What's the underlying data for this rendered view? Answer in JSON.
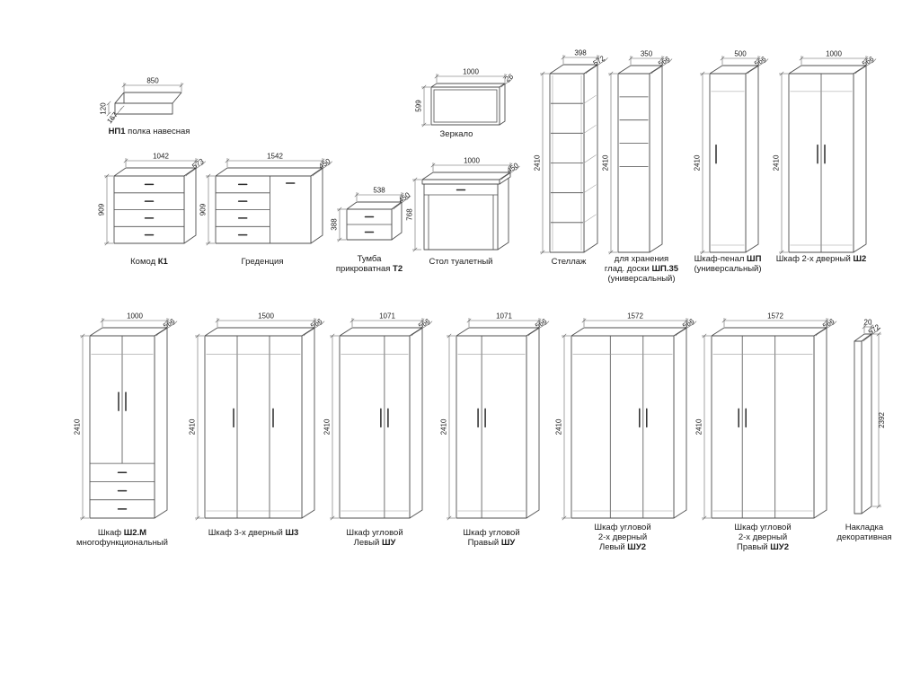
{
  "style": {
    "background": "#ffffff",
    "line_color": "#4f4f4f",
    "light_line_color": "#9a9a9a",
    "dim_line_color": "#5a5a5a",
    "text_color": "#1a1a1a"
  },
  "items": [
    {
      "id": "np1",
      "label": [
        [
          {
            "t": "НП1",
            "b": true
          },
          {
            "t": " полка навесная"
          }
        ]
      ],
      "dims": {
        "w": "850",
        "h": "120",
        "d": "167"
      }
    },
    {
      "id": "komod",
      "label": [
        [
          {
            "t": "Комод "
          },
          {
            "t": "К1",
            "b": true
          }
        ]
      ],
      "dims": {
        "w": "1042",
        "h": "909",
        "d": "573"
      }
    },
    {
      "id": "gredencia",
      "label": [
        [
          {
            "t": "Греденция"
          }
        ]
      ],
      "dims": {
        "w": "1542",
        "h": "909",
        "d": "450"
      }
    },
    {
      "id": "tumba",
      "label": [
        [
          {
            "t": "Тумба"
          }
        ],
        [
          {
            "t": "прикроватная "
          },
          {
            "t": "Т2",
            "b": true
          }
        ]
      ],
      "dims": {
        "w": "538",
        "h": "388",
        "d": "450"
      }
    },
    {
      "id": "mirror",
      "label": [
        [
          {
            "t": "Зеркало"
          }
        ]
      ],
      "dims": {
        "w": "1000",
        "h": "599",
        "d": "26"
      }
    },
    {
      "id": "stol",
      "label": [
        [
          {
            "t": "Стол туалетный"
          }
        ]
      ],
      "dims": {
        "w": "1000",
        "h": "768",
        "d": "450"
      }
    },
    {
      "id": "stellazh",
      "label": [
        [
          {
            "t": "Стеллаж"
          }
        ]
      ],
      "dims": {
        "w": "398",
        "h": "2410",
        "d": "572"
      }
    },
    {
      "id": "shp35",
      "label": [
        [
          {
            "t": "для хранения"
          }
        ],
        [
          {
            "t": "глад. доски "
          },
          {
            "t": "ШП.35",
            "b": true
          }
        ],
        [
          {
            "t": "(универсальный)"
          }
        ]
      ],
      "dims": {
        "w": "350",
        "h": "2410",
        "d": "566"
      }
    },
    {
      "id": "shp",
      "label": [
        [
          {
            "t": "Шкаф-пенал "
          },
          {
            "t": "ШП",
            "b": true
          }
        ],
        [
          {
            "t": "(универсальный)"
          }
        ]
      ],
      "dims": {
        "w": "500",
        "h": "2410",
        "d": "566"
      }
    },
    {
      "id": "sh2",
      "label": [
        [
          {
            "t": "Шкаф 2-х дверный "
          },
          {
            "t": "Ш2",
            "b": true
          }
        ]
      ],
      "dims": {
        "w": "1000",
        "h": "2410",
        "d": "566"
      }
    },
    {
      "id": "sh2m",
      "label": [
        [
          {
            "t": "Шкаф "
          },
          {
            "t": "Ш2.М",
            "b": true
          }
        ],
        [
          {
            "t": "многофункциональный"
          }
        ]
      ],
      "dims": {
        "w": "1000",
        "h": "2410",
        "d": "566"
      }
    },
    {
      "id": "sh3",
      "label": [
        [
          {
            "t": "Шкаф 3-х дверный "
          },
          {
            "t": "Ш3",
            "b": true
          }
        ]
      ],
      "dims": {
        "w": "1500",
        "h": "2410",
        "d": "566"
      }
    },
    {
      "id": "shu_l",
      "label": [
        [
          {
            "t": "Шкаф угловой"
          }
        ],
        [
          {
            "t": "Левый "
          },
          {
            "t": "ШУ",
            "b": true
          }
        ]
      ],
      "dims": {
        "w": "1071",
        "h": "2410",
        "d": "566"
      }
    },
    {
      "id": "shu_r",
      "label": [
        [
          {
            "t": "Шкаф угловой"
          }
        ],
        [
          {
            "t": "Правый "
          },
          {
            "t": "ШУ",
            "b": true
          }
        ]
      ],
      "dims": {
        "w": "1071",
        "h": "2410",
        "d": "566"
      }
    },
    {
      "id": "shu2_l",
      "label": [
        [
          {
            "t": "Шкаф угловой"
          }
        ],
        [
          {
            "t": "2-х дверный"
          }
        ],
        [
          {
            "t": "Левый "
          },
          {
            "t": "ШУ2",
            "b": true
          }
        ]
      ],
      "dims": {
        "w": "1572",
        "h": "2410",
        "d": "566"
      }
    },
    {
      "id": "shu2_r",
      "label": [
        [
          {
            "t": "Шкаф угловой"
          }
        ],
        [
          {
            "t": "2-х дверный"
          }
        ],
        [
          {
            "t": "Правый "
          },
          {
            "t": "ШУ2",
            "b": true
          }
        ]
      ],
      "dims": {
        "w": "1572",
        "h": "2410",
        "d": "566"
      }
    },
    {
      "id": "nakladka",
      "label": [
        [
          {
            "t": "Накладка"
          }
        ],
        [
          {
            "t": "декоративная"
          }
        ]
      ],
      "dims": {
        "w": "20",
        "h": "2392",
        "d": "572"
      }
    }
  ]
}
